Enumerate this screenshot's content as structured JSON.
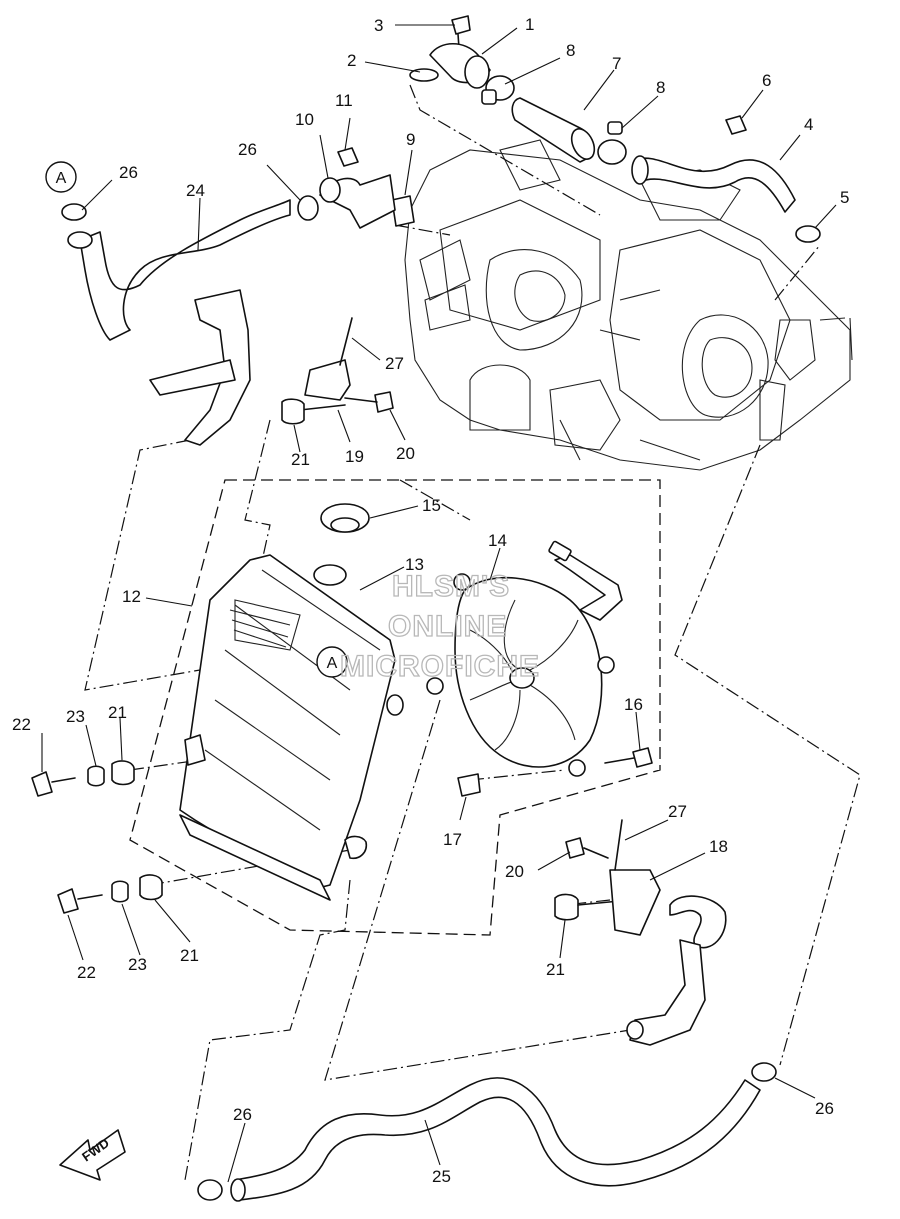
{
  "watermark": [
    "HLSM'S",
    "ONLINE",
    "MICROFICHE"
  ],
  "fwd_label": "FWD",
  "ref_marker": "A",
  "callouts": [
    "1",
    "2",
    "3",
    "4",
    "5",
    "6",
    "7",
    "8",
    "8",
    "9",
    "10",
    "11",
    "12",
    "13",
    "14",
    "15",
    "16",
    "17",
    "18",
    "19",
    "20",
    "20",
    "21",
    "21",
    "21",
    "21",
    "22",
    "22",
    "23",
    "23",
    "24",
    "25",
    "26",
    "26",
    "26",
    "26",
    "27",
    "27"
  ]
}
